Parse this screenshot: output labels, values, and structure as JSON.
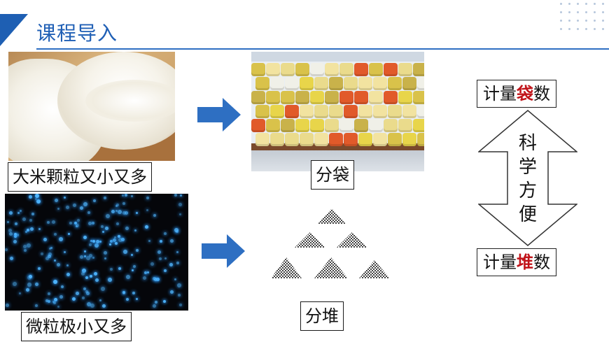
{
  "header": {
    "title": "课程导入"
  },
  "images": {
    "rice": {
      "label": "大米颗粒又小又多"
    },
    "rice_bags": {
      "label": "分袋"
    },
    "particles": {
      "label": "微粒极小又多"
    },
    "piles": {
      "label": "分堆"
    }
  },
  "right_panel": {
    "top_prefix": "计量",
    "top_highlight": "袋",
    "top_suffix": "数",
    "middle_text": [
      "科",
      "学",
      "方",
      "便"
    ],
    "bottom_prefix": "计量",
    "bottom_highlight": "堆",
    "bottom_suffix": "数",
    "highlight_color": "#c1141a"
  },
  "colors": {
    "accent": "#1f5fb5",
    "arrow": "#2e6fc2"
  }
}
